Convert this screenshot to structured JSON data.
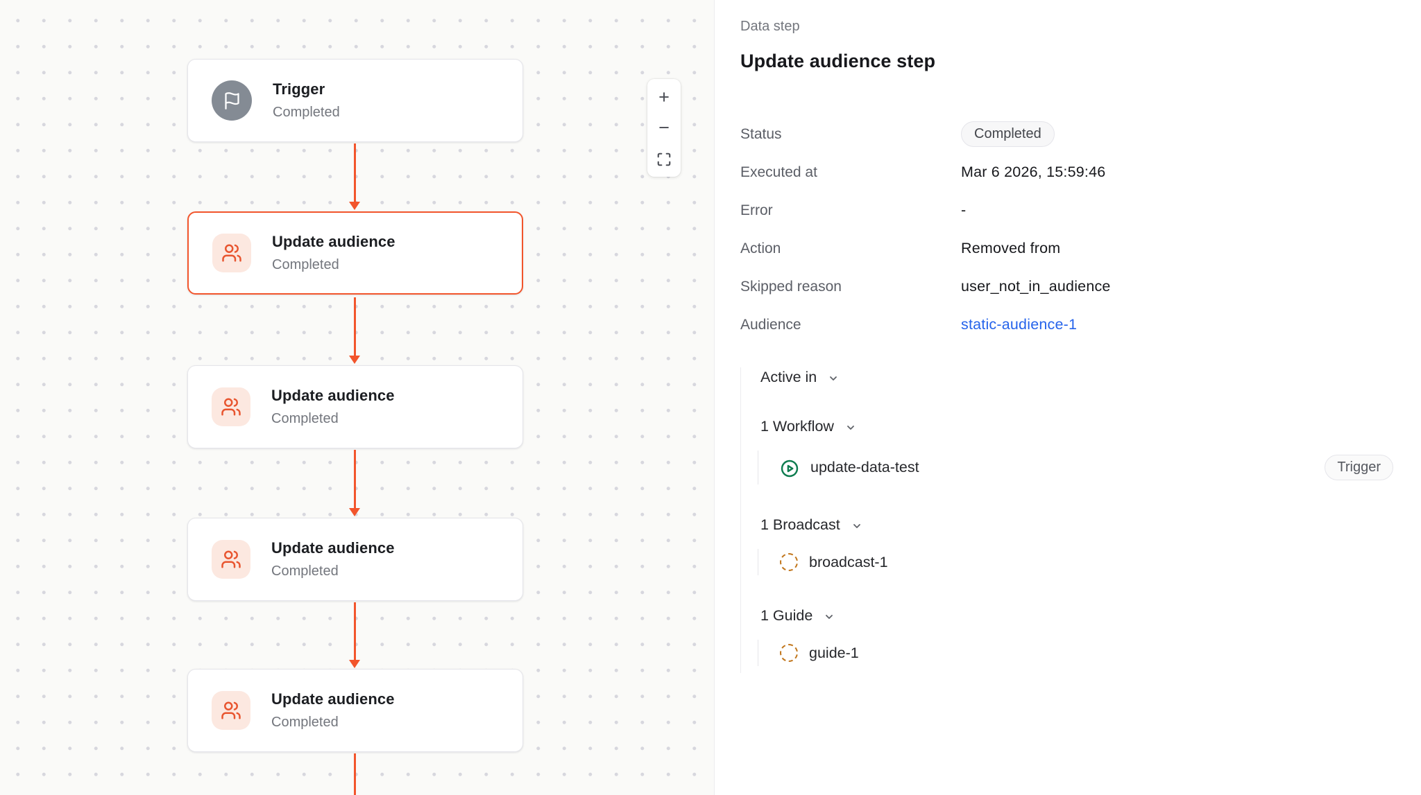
{
  "colors": {
    "accent": "#f2552c",
    "link_blue": "#2563eb",
    "play_green": "#0e7c4f",
    "dashed_orange": "#c1761c",
    "canvas_bg": "#fafaf8"
  },
  "canvas": {
    "nodes": [
      {
        "title": "Trigger",
        "status": "Completed",
        "icon": "flag-icon",
        "selected": false
      },
      {
        "title": "Update audience",
        "status": "Completed",
        "icon": "users-icon",
        "selected": true
      },
      {
        "title": "Update audience",
        "status": "Completed",
        "icon": "users-icon",
        "selected": false
      },
      {
        "title": "Update audience",
        "status": "Completed",
        "icon": "users-icon",
        "selected": false
      },
      {
        "title": "Update audience",
        "status": "Completed",
        "icon": "users-icon",
        "selected": false
      }
    ],
    "zoom_controls": {
      "zoom_in": "+",
      "zoom_out": "−",
      "fit_view": "fit-view-icon"
    }
  },
  "panel": {
    "eyebrow": "Data step",
    "title": "Update audience step",
    "fields": [
      {
        "label": "Status",
        "value": "Completed"
      },
      {
        "label": "Executed at",
        "value": "Mar 6 2026, 15:59:46"
      },
      {
        "label": "Error",
        "value": "-"
      },
      {
        "label": "Action",
        "value": "Removed from"
      },
      {
        "label": "Skipped reason",
        "value": "user_not_in_audience"
      },
      {
        "label": "Audience",
        "value": "static-audience-1"
      }
    ],
    "active_in": {
      "label": "Active in",
      "groups": [
        {
          "label": "1 Workflow",
          "items": [
            {
              "name": "update-data-test",
              "icon": "play-circle-icon",
              "badge": "Trigger"
            }
          ]
        },
        {
          "label": "1 Broadcast",
          "items": [
            {
              "name": "broadcast-1",
              "icon": "dashed-circle-icon"
            }
          ]
        },
        {
          "label": "1 Guide",
          "items": [
            {
              "name": "guide-1",
              "icon": "dashed-circle-icon"
            }
          ]
        }
      ]
    }
  }
}
